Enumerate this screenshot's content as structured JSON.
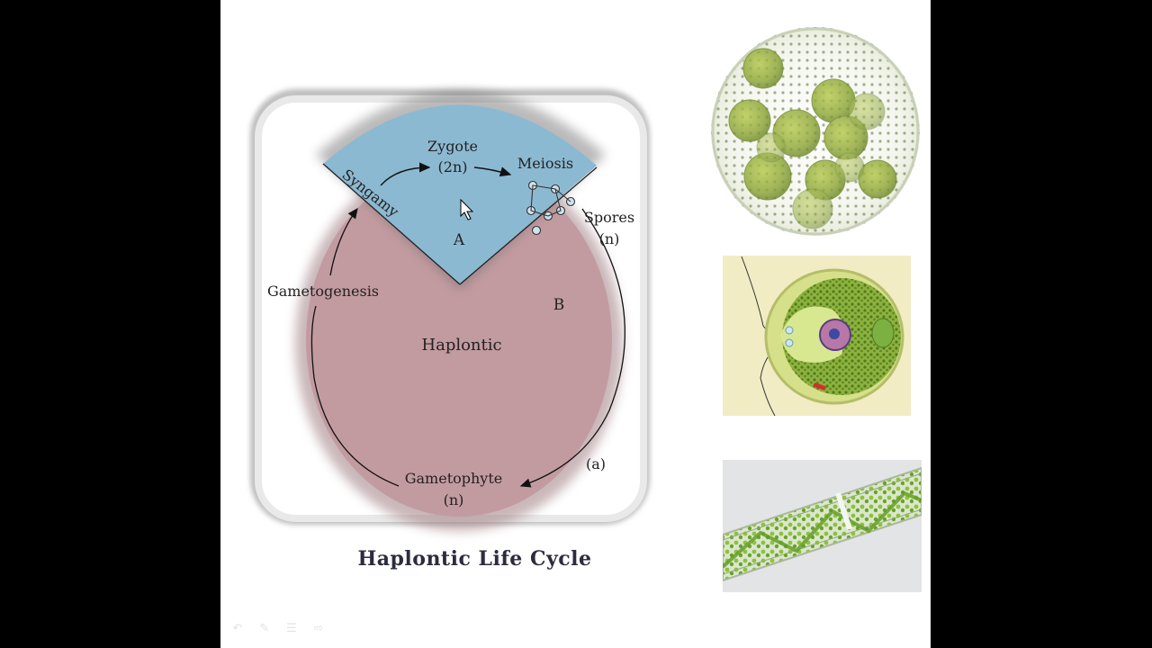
{
  "slide": {
    "caption": "Haplontic Life Cycle",
    "diagram": {
      "zygote": "Zygote",
      "zygote_ploidy": "(2n)",
      "meiosis": "Meiosis",
      "syngamy": "Syngamy",
      "spores": "Spores",
      "spores_ploidy": "(n)",
      "region_a": "A",
      "region_b": "B",
      "gametogenesis": "Gametogenesis",
      "haplontic": "Haplontic",
      "gametophyte": "Gametophyte",
      "gametophyte_ploidy": "(n)",
      "panel_label": "(a)"
    },
    "images": [
      "volvox-colony",
      "chlamydomonas-cell",
      "spirogyra-filament"
    ]
  },
  "colors": {
    "zygote_region": "#8cb9d2",
    "haploid_region": "#c29ba0",
    "algae_green": "#7a9b2a"
  },
  "toolbar": {
    "icons": [
      "back-arrow-icon",
      "pen-icon",
      "menu-icon",
      "forward-arrow-icon"
    ]
  }
}
